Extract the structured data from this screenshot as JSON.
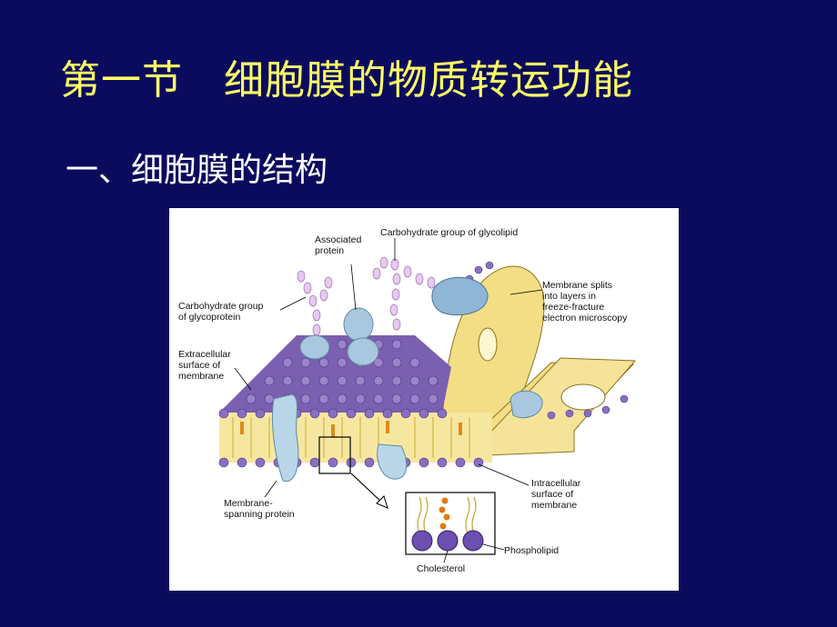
{
  "slide": {
    "title": "第一节   细胞膜的物质转运功能",
    "subtitle": "一、细胞膜的结构"
  },
  "figure": {
    "labels": {
      "associated_protein": [
        "Associated",
        "protein"
      ],
      "carb_glycolipid": "Carbohydrate group of glycolipid",
      "carb_glycoprotein": [
        "Carbohydrate group",
        "of glycoprotein"
      ],
      "membrane_splits": [
        "Membrane splits",
        "into layers in",
        "freeze-fracture",
        "electron microscopy"
      ],
      "extracellular": [
        "Extracellular",
        "surface of",
        "membrane"
      ],
      "membrane_spanning": [
        "Membrane-",
        "spanning protein"
      ],
      "intracellular": [
        "Intracellular",
        "surface of",
        "membrane"
      ],
      "phospholipid": "Phospholipid",
      "cholesterol": "Cholesterol"
    }
  }
}
